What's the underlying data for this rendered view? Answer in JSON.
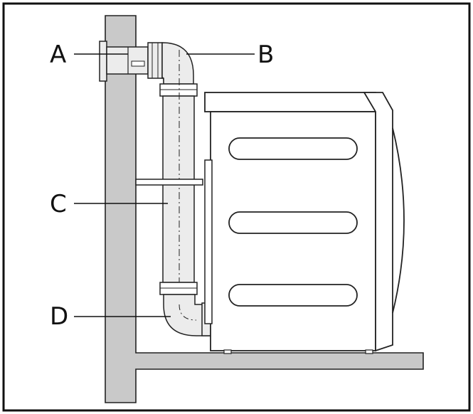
{
  "labels": {
    "a": "A",
    "b": "B",
    "c": "C",
    "d": "D"
  },
  "colors": {
    "outline": "#111111",
    "wall_fill": "#c9c9c9",
    "pipe_fill": "#ececec",
    "appliance_fill": "#ffffff",
    "background": "#ffffff"
  }
}
